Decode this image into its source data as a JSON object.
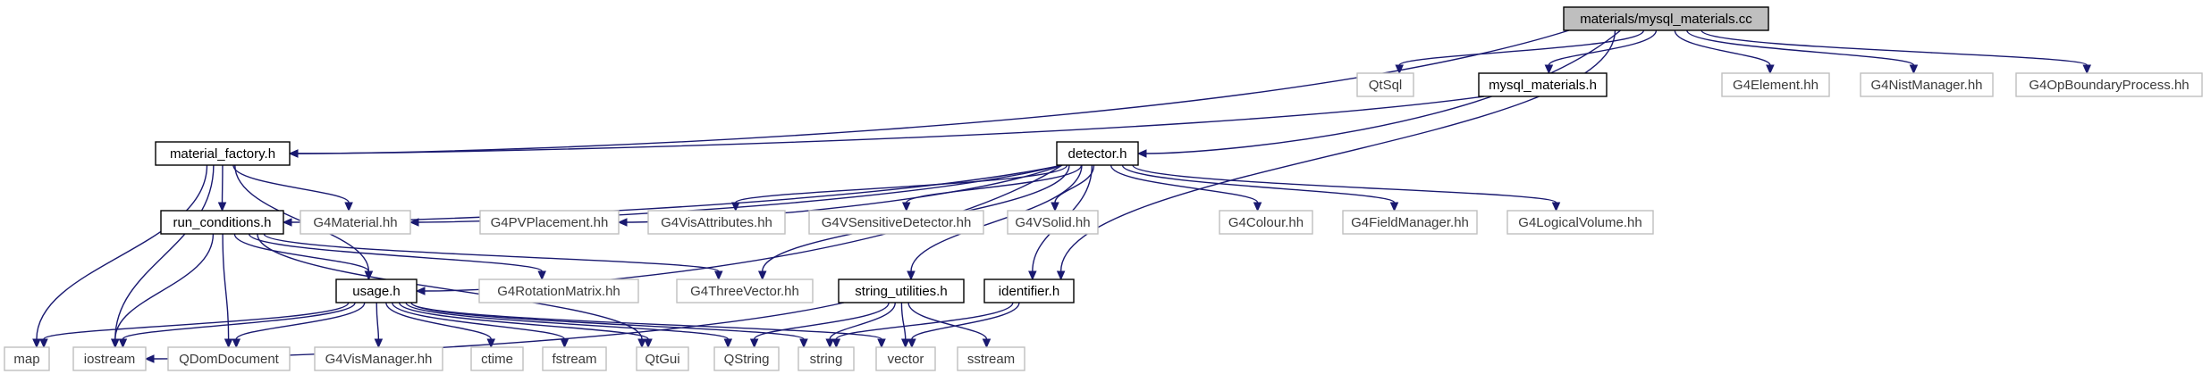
{
  "graph": {
    "colors": {
      "edge": "#191970",
      "main_fill": "#bfbfbf",
      "external_border": "#bfbfbf",
      "internal_border": "#000000"
    },
    "nodes": [
      {
        "id": "mysql_materials_cc",
        "label": "materials/mysql_materials.cc",
        "kind": "main"
      },
      {
        "id": "qtsql",
        "label": "QtSql",
        "kind": "external"
      },
      {
        "id": "mysql_materials_h",
        "label": "mysql_materials.h",
        "kind": "internal"
      },
      {
        "id": "g4element",
        "label": "G4Element.hh",
        "kind": "external"
      },
      {
        "id": "g4nistmanager",
        "label": "G4NistManager.hh",
        "kind": "external"
      },
      {
        "id": "g4opboundary",
        "label": "G4OpBoundaryProcess.hh",
        "kind": "external"
      },
      {
        "id": "material_factory_h",
        "label": "material_factory.h",
        "kind": "internal"
      },
      {
        "id": "detector_h",
        "label": "detector.h",
        "kind": "internal"
      },
      {
        "id": "run_conditions_h",
        "label": "run_conditions.h",
        "kind": "internal"
      },
      {
        "id": "g4material",
        "label": "G4Material.hh",
        "kind": "external"
      },
      {
        "id": "g4pvplacement",
        "label": "G4PVPlacement.hh",
        "kind": "external"
      },
      {
        "id": "g4visattributes",
        "label": "G4VisAttributes.hh",
        "kind": "external"
      },
      {
        "id": "g4vsensitive",
        "label": "G4VSensitiveDetector.hh",
        "kind": "external"
      },
      {
        "id": "g4vsolid",
        "label": "G4VSolid.hh",
        "kind": "external"
      },
      {
        "id": "g4colour",
        "label": "G4Colour.hh",
        "kind": "external"
      },
      {
        "id": "g4fieldmanager",
        "label": "G4FieldManager.hh",
        "kind": "external"
      },
      {
        "id": "g4logicalvolume",
        "label": "G4LogicalVolume.hh",
        "kind": "external"
      },
      {
        "id": "usage_h",
        "label": "usage.h",
        "kind": "internal"
      },
      {
        "id": "g4rotationmatrix",
        "label": "G4RotationMatrix.hh",
        "kind": "external"
      },
      {
        "id": "g4threevector",
        "label": "G4ThreeVector.hh",
        "kind": "external"
      },
      {
        "id": "string_utilities_h",
        "label": "string_utilities.h",
        "kind": "internal"
      },
      {
        "id": "identifier_h",
        "label": "identifier.h",
        "kind": "internal"
      },
      {
        "id": "map",
        "label": "map",
        "kind": "external"
      },
      {
        "id": "iostream",
        "label": "iostream",
        "kind": "external"
      },
      {
        "id": "qdomdocument",
        "label": "QDomDocument",
        "kind": "external"
      },
      {
        "id": "g4vismanager",
        "label": "G4VisManager.hh",
        "kind": "external"
      },
      {
        "id": "ctime",
        "label": "ctime",
        "kind": "external"
      },
      {
        "id": "fstream",
        "label": "fstream",
        "kind": "external"
      },
      {
        "id": "qtgui",
        "label": "QtGui",
        "kind": "external"
      },
      {
        "id": "qstring",
        "label": "QString",
        "kind": "external"
      },
      {
        "id": "string",
        "label": "string",
        "kind": "external"
      },
      {
        "id": "vector",
        "label": "vector",
        "kind": "external"
      },
      {
        "id": "sstream",
        "label": "sstream",
        "kind": "external"
      }
    ],
    "edges": [
      [
        "mysql_materials_cc",
        "qtsql"
      ],
      [
        "mysql_materials_cc",
        "mysql_materials_h"
      ],
      [
        "mysql_materials_cc",
        "material_factory_h"
      ],
      [
        "mysql_materials_cc",
        "detector_h"
      ],
      [
        "mysql_materials_cc",
        "identifier_h"
      ],
      [
        "mysql_materials_cc",
        "g4element"
      ],
      [
        "mysql_materials_cc",
        "g4nistmanager"
      ],
      [
        "mysql_materials_cc",
        "g4opboundary"
      ],
      [
        "mysql_materials_h",
        "material_factory_h"
      ],
      [
        "material_factory_h",
        "run_conditions_h"
      ],
      [
        "material_factory_h",
        "g4material"
      ],
      [
        "material_factory_h",
        "usage_h"
      ],
      [
        "material_factory_h",
        "map"
      ],
      [
        "material_factory_h",
        "iostream"
      ],
      [
        "detector_h",
        "run_conditions_h"
      ],
      [
        "detector_h",
        "g4material"
      ],
      [
        "detector_h",
        "g4pvplacement"
      ],
      [
        "detector_h",
        "g4visattributes"
      ],
      [
        "detector_h",
        "g4vsensitive"
      ],
      [
        "detector_h",
        "g4vsolid"
      ],
      [
        "detector_h",
        "g4colour"
      ],
      [
        "detector_h",
        "g4fieldmanager"
      ],
      [
        "detector_h",
        "g4logicalvolume"
      ],
      [
        "detector_h",
        "usage_h"
      ],
      [
        "detector_h",
        "g4threevector"
      ],
      [
        "detector_h",
        "string_utilities_h"
      ],
      [
        "detector_h",
        "identifier_h"
      ],
      [
        "run_conditions_h",
        "usage_h"
      ],
      [
        "run_conditions_h",
        "g4rotationmatrix"
      ],
      [
        "run_conditions_h",
        "g4threevector"
      ],
      [
        "run_conditions_h",
        "qtgui"
      ],
      [
        "run_conditions_h",
        "iostream"
      ],
      [
        "run_conditions_h",
        "qdomdocument"
      ],
      [
        "usage_h",
        "map"
      ],
      [
        "usage_h",
        "iostream"
      ],
      [
        "usage_h",
        "qdomdocument"
      ],
      [
        "usage_h",
        "g4vismanager"
      ],
      [
        "usage_h",
        "ctime"
      ],
      [
        "usage_h",
        "fstream"
      ],
      [
        "usage_h",
        "qtgui"
      ],
      [
        "usage_h",
        "qstring"
      ],
      [
        "usage_h",
        "string"
      ],
      [
        "usage_h",
        "vector"
      ],
      [
        "string_utilities_h",
        "iostream"
      ],
      [
        "string_utilities_h",
        "qstring"
      ],
      [
        "string_utilities_h",
        "string"
      ],
      [
        "string_utilities_h",
        "vector"
      ],
      [
        "string_utilities_h",
        "sstream"
      ],
      [
        "identifier_h",
        "string"
      ],
      [
        "identifier_h",
        "vector"
      ]
    ]
  }
}
